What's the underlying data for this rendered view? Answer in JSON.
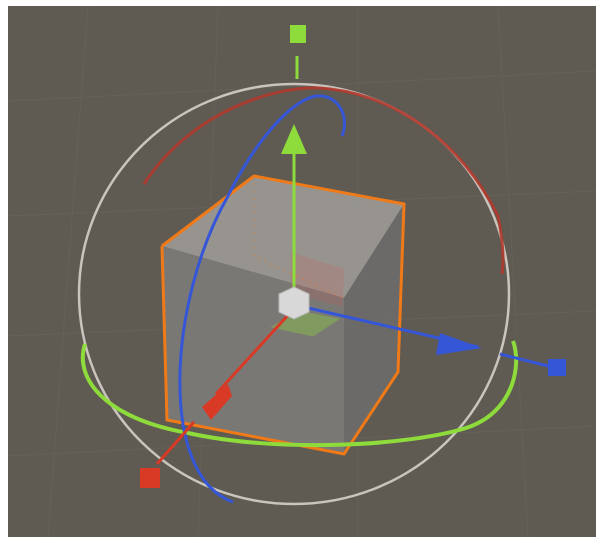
{
  "scene": {
    "view": "Scene View",
    "selected_object": "cube",
    "tools": [
      "move-tool",
      "rotate-tool",
      "scale-tool"
    ]
  },
  "colors": {
    "viewport_bg": "#5f5a52",
    "grid_line": "#6b665e",
    "x_axis": "#d83a26",
    "y_axis": "#8edb3c",
    "z_axis": "#3656d8",
    "selection_outline": "#f07a18",
    "sphere_outline": "#cfcac4",
    "cube_face_top": "#9a9893",
    "cube_face_front": "#7b7a77",
    "cube_face_side": "#6d6c69",
    "center_handle": "#d8d8d8"
  },
  "gizmo": {
    "handles": [
      "x-handle",
      "y-handle",
      "z-handle",
      "center-handle"
    ],
    "rings": [
      "x-ring",
      "y-ring",
      "z-ring",
      "outer-sphere"
    ]
  }
}
